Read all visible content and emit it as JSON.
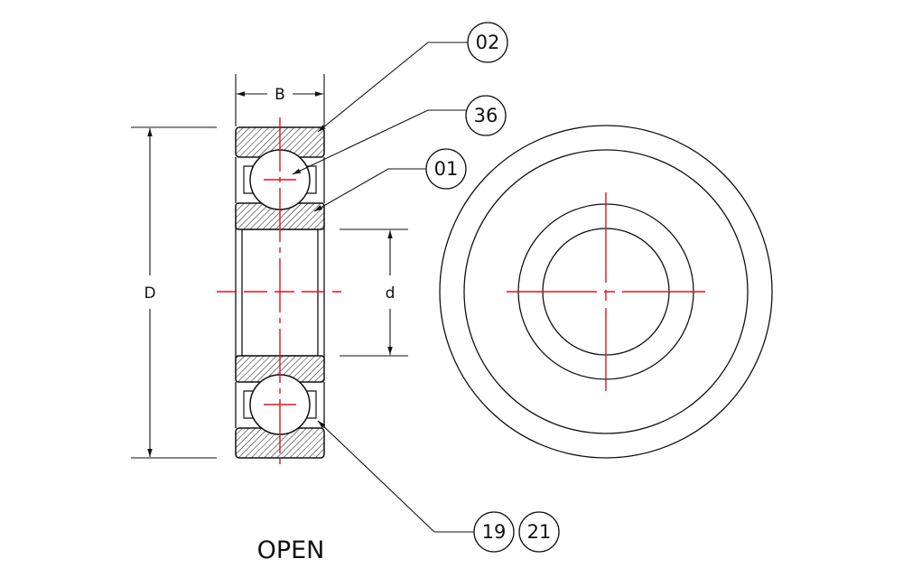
{
  "drawing": {
    "title": "OPEN",
    "dimensions": {
      "width": "B",
      "outer_diameter": "D",
      "bore": "d"
    },
    "balloons": [
      "02",
      "36",
      "01",
      "19",
      "21"
    ],
    "colors": {
      "outline": "#111111",
      "centerline": "#e0141b",
      "background": "#ffffff"
    }
  }
}
